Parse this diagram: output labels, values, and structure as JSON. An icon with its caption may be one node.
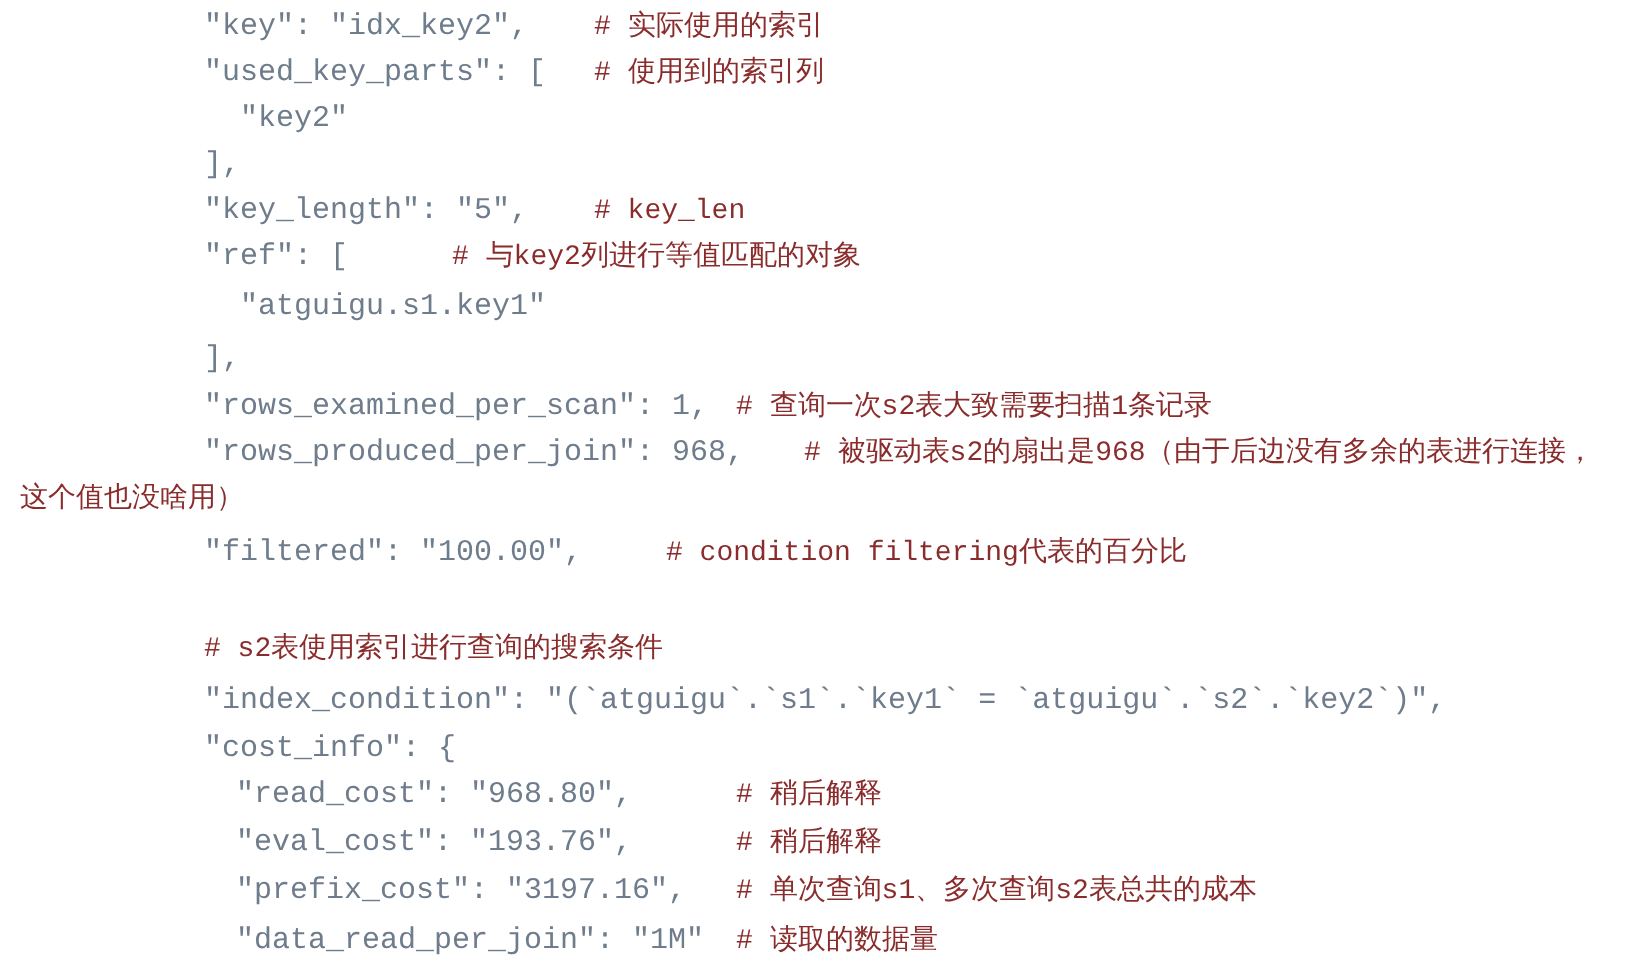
{
  "diagram": {
    "labels": [
      "\"key\": \"idx_key2\",",
      "# 实际使用的索引",
      "\"used_key_parts\": [",
      "# 使用到的索引列",
      "\"key2\"",
      "],",
      "\"key_length\": \"5\",",
      "# key_len",
      "\"ref\": [",
      "# 与key2列进行等值匹配的对象",
      "\"atguigu.s1.key1\"",
      "],",
      "\"rows_examined_per_scan\": 1,",
      "# 查询一次s2表大致需要扫描1条记录",
      "\"rows_produced_per_join\": 968,",
      "# 被驱动表s2的扇出是968（由于后边没有多余的表进行连接，",
      "这个值也没啥用）",
      "\"filtered\": \"100.00\",",
      "# condition filtering代表的百分比",
      "# s2表使用索引进行查询的搜索条件",
      "\"index_condition\": \"(`atguigu`.`s1`.`key1` = `atguigu`.`s2`.`key2`)\",",
      "\"cost_info\": {",
      "\"read_cost\": \"968.80\",",
      "# 稍后解释",
      "\"eval_cost\": \"193.76\",",
      "# 稍后解释",
      "\"prefix_cost\": \"3197.16\",",
      "# 单次查询s1、多次查询s2表总共的成本",
      "\"data_read_per_join\": \"1M\"",
      "# 读取的数据量"
    ]
  }
}
